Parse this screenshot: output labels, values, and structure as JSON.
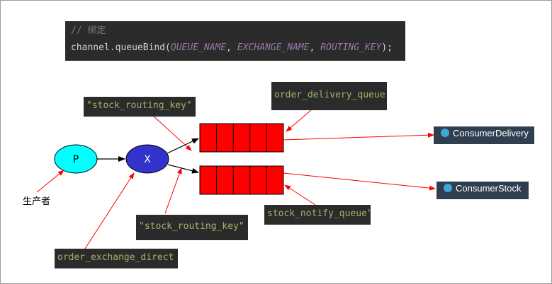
{
  "code": {
    "comment": "// 绑定",
    "line2_prefix": "channel.queueBind(",
    "arg1": "QUEUE_NAME",
    "sep1": ", ",
    "arg2": "EXCHANGE_NAME",
    "sep2": ", ",
    "arg3": "ROUTING_KEY",
    "line2_suffix": ");"
  },
  "tags": {
    "routing_key_top": "\"stock_routing_key\"",
    "delivery_queue": "order_delivery_queue",
    "notify_queue": "stock_notify_queue\"",
    "routing_key_bottom": "\"stock_routing_key\"",
    "exchange": "order_exchange_direct"
  },
  "nodes": {
    "producer": "P",
    "exchange": "X",
    "producer_label": "生产者"
  },
  "consumers": {
    "delivery": "ConsumerDelivery",
    "stock": "ConsumerStock"
  },
  "colors": {
    "producer_fill": "#00ffff",
    "exchange_fill": "#3333cc",
    "queue_fill": "#ff0000",
    "annotation_arrow": "#ff0000",
    "flow_arrow": "#000000"
  }
}
